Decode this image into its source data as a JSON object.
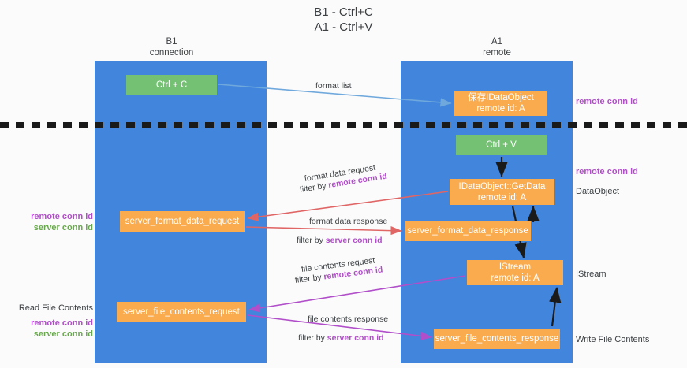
{
  "title": {
    "line1": "B1 - Ctrl+C",
    "line2": "A1 - Ctrl+V"
  },
  "columns": [
    {
      "name": "B1",
      "sub": "connection"
    },
    {
      "name": "A1",
      "sub": "remote"
    }
  ],
  "colors": {
    "lane": "#4285dd",
    "green_box": "#74c174",
    "orange_box": "#f9ab4e",
    "remote_conn_id": "#b14ec9",
    "server_conn_id": "#6aa84f",
    "arrow_blue": "#6fa8dc",
    "arrow_red": "#e06666",
    "arrow_purple": "#b14ec9",
    "arrow_black": "#1a1a1a",
    "divider": "#1a1a1a",
    "text": "#3c4043"
  },
  "boxes": {
    "ctrl_c": "Ctrl + C",
    "save_idataobject": {
      "line1": "保存IDataObject",
      "line2": "remote id: A"
    },
    "ctrl_v": "Ctrl + V",
    "getdata": {
      "line1": "IDataObject::GetData",
      "line2": "remote id: A"
    },
    "format_data_request": "server_format_data_request",
    "format_data_response": "server_format_data_response",
    "istream": {
      "line1": "IStream",
      "line2": "remote id: A"
    },
    "file_contents_request": "server_file_contents_request",
    "file_contents_response": "server_file_contents_response"
  },
  "edge_labels": {
    "format_list": "format list",
    "format_data_request": "format data request",
    "format_data_request_filter_prefix": "filter by ",
    "format_data_request_filter_key": "remote conn id",
    "format_data_response": "format data response",
    "format_data_response_filter_prefix": "filter by ",
    "format_data_response_filter_key": "server conn id",
    "file_contents_request": "file contents request",
    "file_contents_request_filter_prefix": "filter by ",
    "file_contents_request_filter_key": "remote conn id",
    "file_contents_response": "file contents response",
    "file_contents_response_filter_prefix": "filter by ",
    "file_contents_response_filter_key": "server conn id"
  },
  "annotations": {
    "right_remote_conn_id_top": "remote conn id",
    "right_remote_conn_id_mid": "remote conn id",
    "right_dataobject": "DataObject",
    "right_istream": "IStream",
    "right_write_file_contents": "Write File Contents",
    "left_remote_conn_id": "remote conn id",
    "left_server_conn_id": "server conn id",
    "left_read_file_contents": "Read File Contents",
    "left_remote_conn_id_2": "remote conn id",
    "left_server_conn_id_2": "server conn id"
  }
}
